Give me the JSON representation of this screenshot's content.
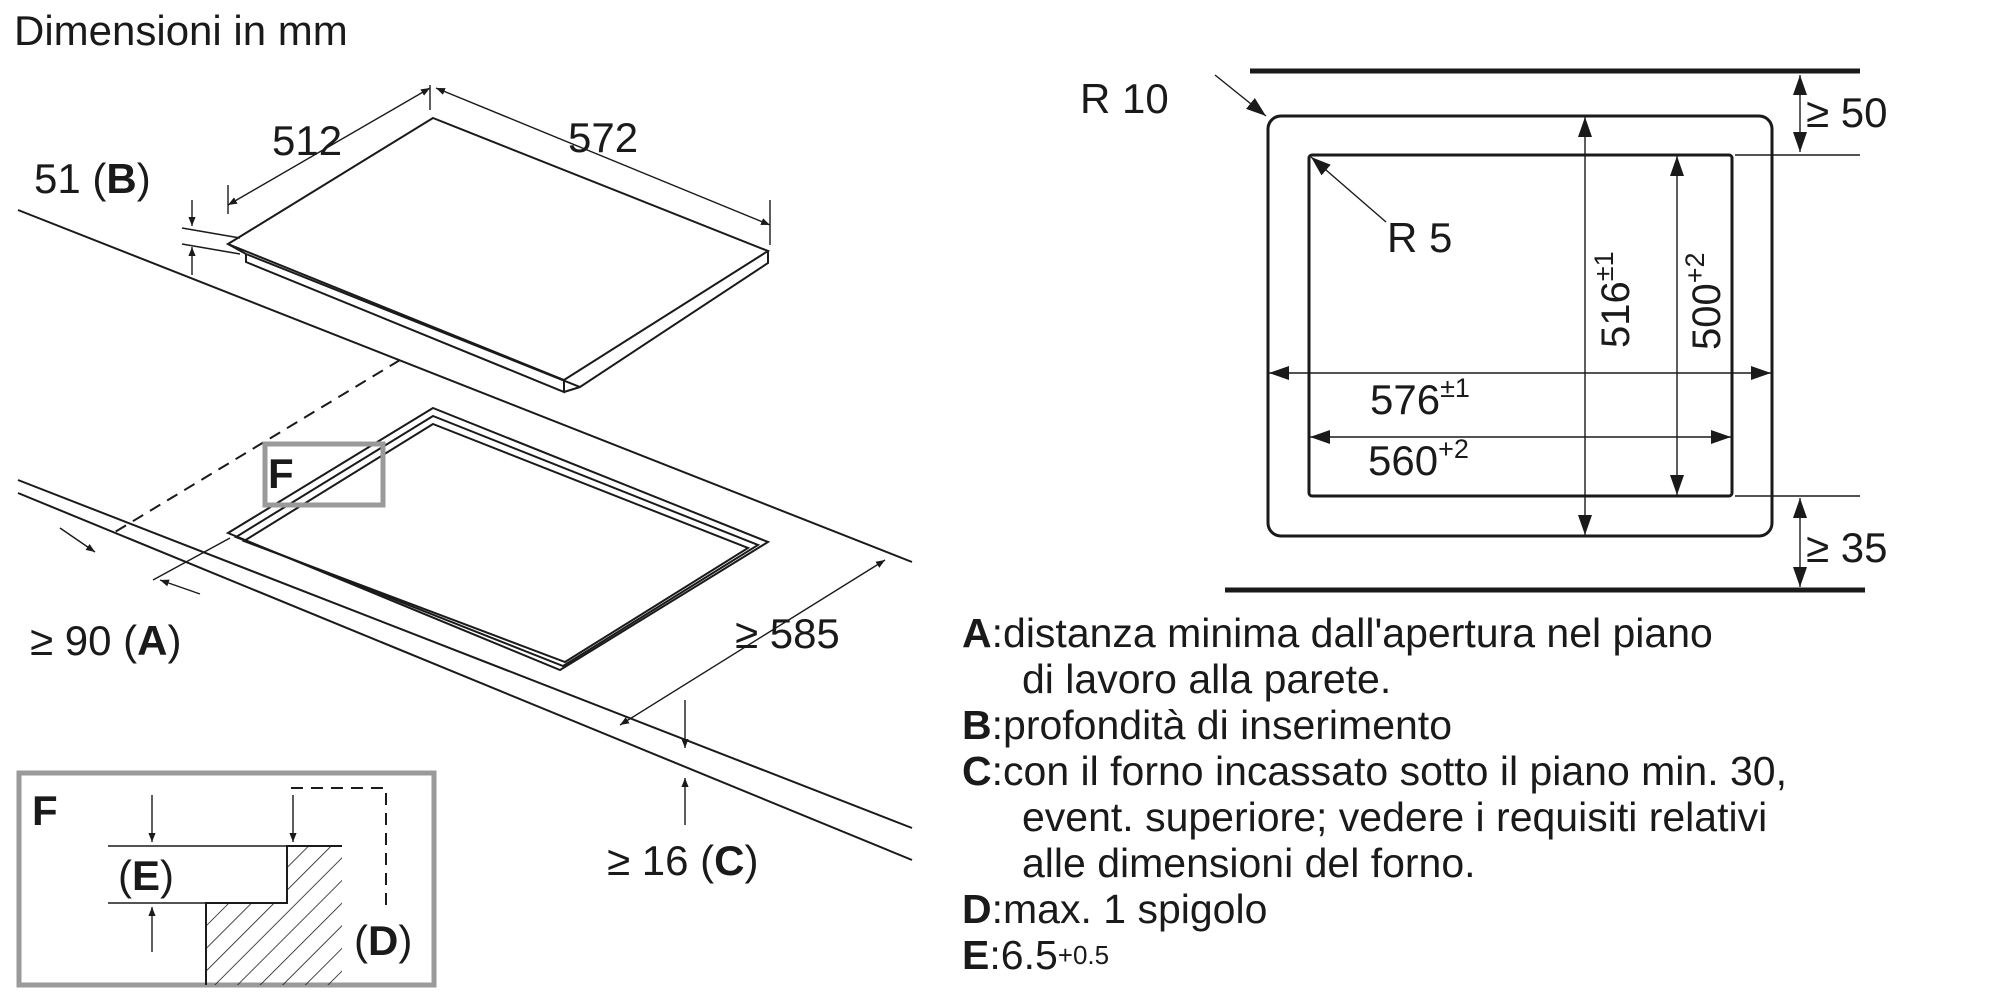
{
  "title": "Dimensioni in mm",
  "hob_dims": {
    "depth": "512",
    "width": "572",
    "insert_depth": "51",
    "insert_depth_key": "B"
  },
  "cutout_labels": {
    "wall_min_prefix": "≥ 90",
    "wall_min_key": "A",
    "depth_min": "≥ 585",
    "front_min_prefix": "≥ 16",
    "front_min_key": "C",
    "detail_marker": "F"
  },
  "plan": {
    "outer_radius": "R 10",
    "inner_radius": "R 5",
    "top_clearance": "≥ 50",
    "bottom_clearance": "≥ 35",
    "outer_depth": "516",
    "outer_depth_tol": "±1",
    "inner_depth": "500",
    "inner_depth_tol": "+2",
    "outer_width": "576",
    "outer_width_tol": "±1",
    "inner_width": "560",
    "inner_width_tol": "+2"
  },
  "detail": {
    "title": "F",
    "label_e": "E",
    "label_d": "D"
  },
  "legend": [
    {
      "key": "A",
      "lines": [
        "distanza minima dall'apertura nel piano",
        "di lavoro alla parete."
      ]
    },
    {
      "key": "B",
      "lines": [
        "profondità di inserimento"
      ]
    },
    {
      "key": "C",
      "lines": [
        "con il forno incassato sotto il piano min. 30,",
        "event. superiore; vedere i requisiti relativi",
        "alle dimensioni del forno."
      ]
    },
    {
      "key": "D",
      "lines": [
        "max. 1 spigolo"
      ]
    },
    {
      "key": "E",
      "value": "6.5",
      "tol": "+0.5"
    }
  ]
}
